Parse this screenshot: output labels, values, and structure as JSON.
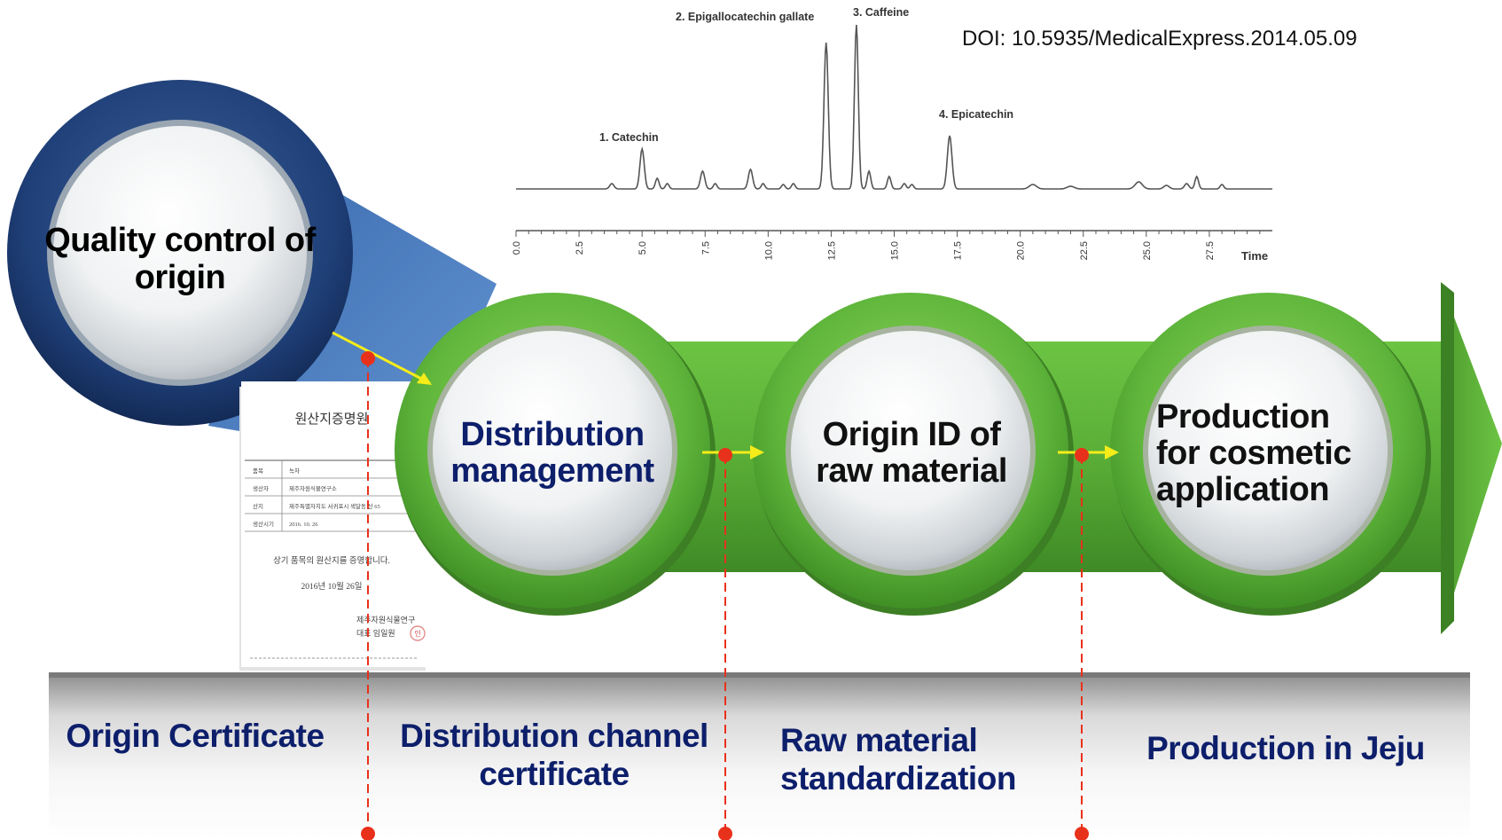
{
  "doi": "DOI: 10.5935/MedicalExpress.2014.05.09",
  "top_circle": {
    "label": "Quality control of origin"
  },
  "flow_steps": [
    {
      "label": "Distribution management",
      "color": "#0d1f6b"
    },
    {
      "label": "Origin ID of raw material",
      "color": "#111111"
    },
    {
      "label": "Production for cosmetic application",
      "color": "#111111"
    }
  ],
  "bottom_labels": [
    "Origin Certificate",
    "Distribution channel certificate",
    "Raw material standardization",
    "Production in Jeju"
  ],
  "chromatogram": {
    "peaks": [
      {
        "label": "1. Catechin",
        "time": 5.0
      },
      {
        "label": "2. Epigallocatechin gallate",
        "time": 12.3
      },
      {
        "label": "3. Caffeine",
        "time": 13.5
      },
      {
        "label": "4. Epicatechin",
        "time": 17.2
      }
    ],
    "ticks": [
      "0.0",
      "2.5",
      "5.0",
      "7.5",
      "10.0",
      "12.5",
      "15.0",
      "17.5",
      "20.0",
      "22.5",
      "25.0",
      "27.5"
    ],
    "axis_label": "Time"
  },
  "certificate": {
    "title": "원산지증명원",
    "rows": [
      {
        "k": "품목",
        "v": "녹차"
      },
      {
        "k": "생산자",
        "v": "제주자원식물연구소"
      },
      {
        "k": "산지",
        "v": "제주특별자치도 서귀포시 색달동 산 65"
      },
      {
        "k": "생산시기",
        "v": "2016. 10. 26"
      }
    ],
    "statement": "상기 품목의 원산지를 증명합니다.",
    "date": "2016년 10월 26일",
    "org": "제주자원식물연구",
    "rep": "대표  임일원",
    "seal": "인"
  },
  "colors": {
    "green": "#5fb53b",
    "dark_green": "#2f7d1f",
    "navy": "#1f3f78",
    "blue": "#4a7fc1",
    "red": "#e8311a",
    "yellow": "#f5ec1a",
    "text_blue": "#0d1f6b"
  }
}
